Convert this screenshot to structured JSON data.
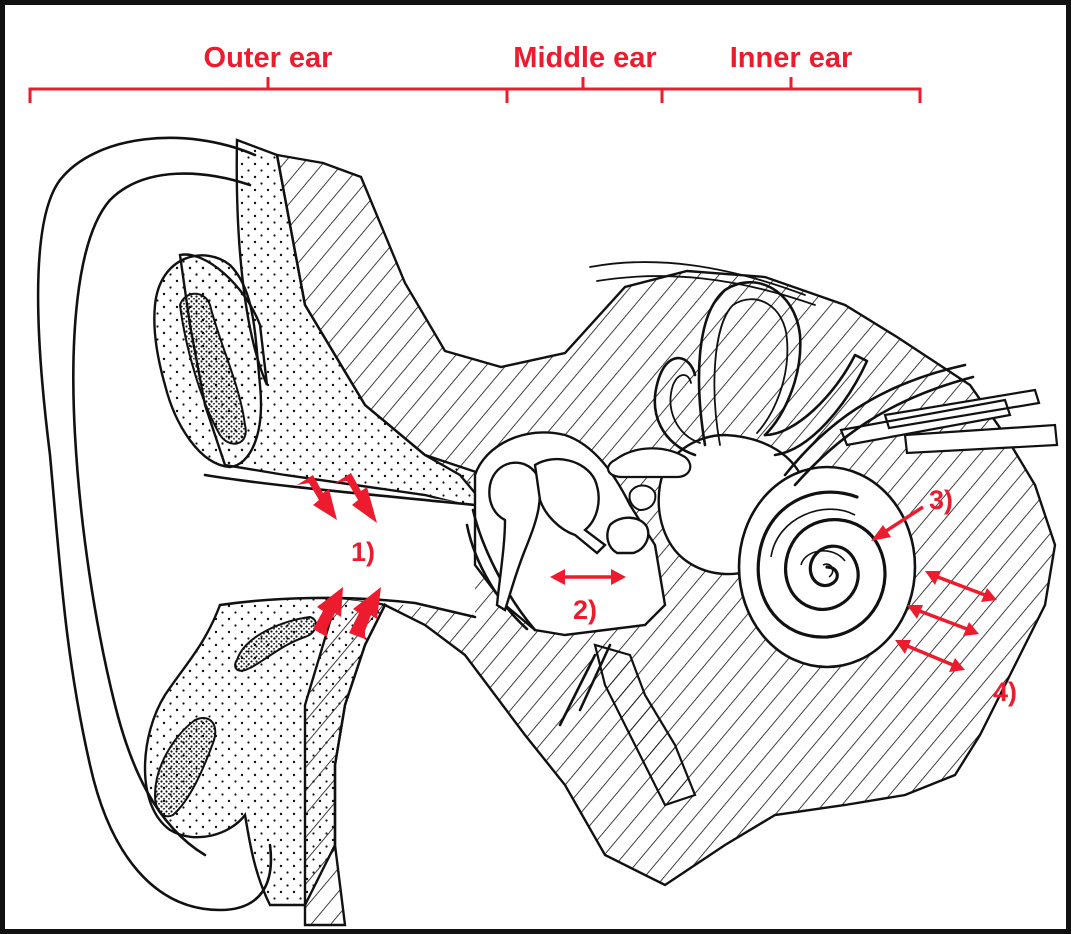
{
  "colors": {
    "annotation": "#ec1c2e",
    "ink": "#111111",
    "background": "#ffffff"
  },
  "regions": {
    "outer": "Outer ear",
    "middle": "Middle ear",
    "inner": "Inner ear"
  },
  "markers": {
    "m1": "1)",
    "m2": "2)",
    "m3": "3)",
    "m4": "4)"
  }
}
